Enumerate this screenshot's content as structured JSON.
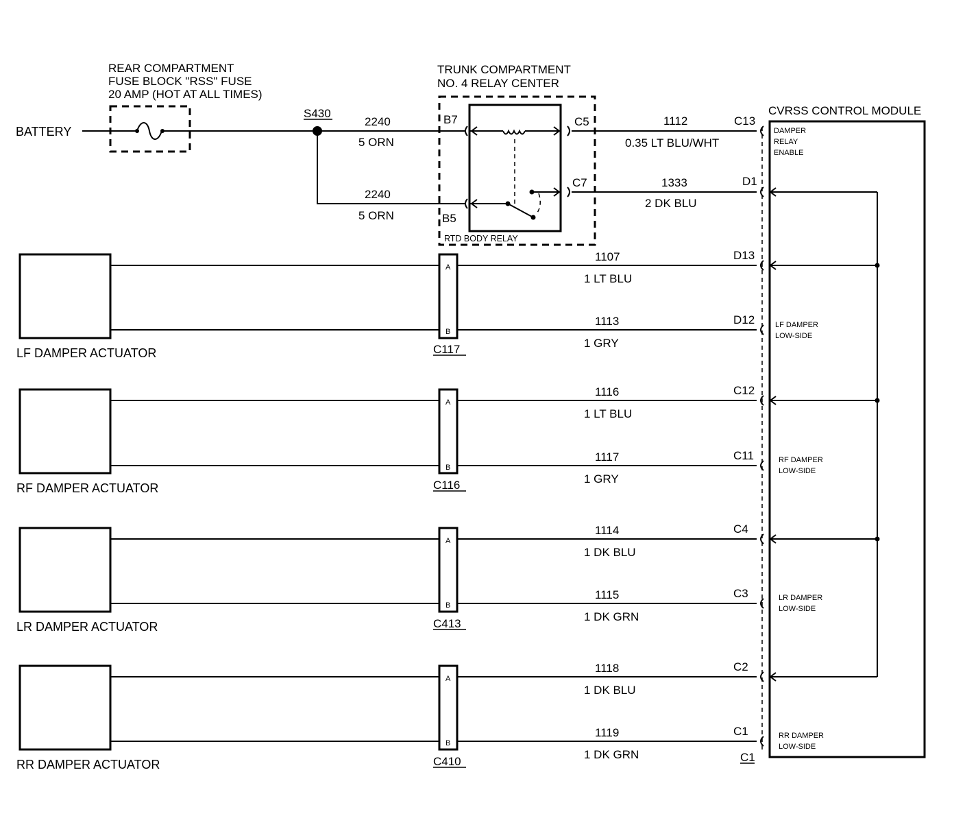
{
  "fuse_block": {
    "line1": "REAR COMPARTMENT",
    "line2": "FUSE BLOCK \"RSS\" FUSE",
    "line3": "20 AMP (HOT AT ALL TIMES)"
  },
  "battery_label": "BATTERY",
  "splice_label": "S430",
  "relay_center": {
    "line1": "TRUNK COMPARTMENT",
    "line2": "NO. 4 RELAY CENTER",
    "relay_name": "RTD BODY RELAY",
    "pins": {
      "b7": "B7",
      "b5": "B5",
      "c5": "C5",
      "c7": "C7"
    }
  },
  "module": {
    "title": "CVRSS CONTROL MODULE",
    "relay_enable": [
      "DAMPER",
      "RELAY",
      "ENABLE"
    ],
    "lf_low": [
      "LF DAMPER",
      "LOW-SIDE"
    ],
    "rf_low": [
      "RF DAMPER",
      "LOW-SIDE"
    ],
    "lr_low": [
      "LR DAMPER",
      "LOW-SIDE"
    ],
    "rr_low": [
      "RR DAMPER",
      "LOW-SIDE"
    ]
  },
  "wires": {
    "w_b7": {
      "circuit": "2240",
      "color": "5 ORN"
    },
    "w_b5": {
      "circuit": "2240",
      "color": "5 ORN"
    },
    "w_c5": {
      "circuit": "1112",
      "color": "0.35 LT BLU/WHT",
      "pin": "C13"
    },
    "w_c7": {
      "circuit": "1333",
      "color": "2 DK BLU",
      "pin": "D1"
    }
  },
  "actuators": [
    {
      "name": "LF DAMPER ACTUATOR",
      "connector": "C117",
      "a": {
        "circuit": "1107",
        "color": "1 LT BLU",
        "pin": "D13"
      },
      "b": {
        "circuit": "1113",
        "color": "1 GRY",
        "pin": "D12"
      }
    },
    {
      "name": "RF DAMPER ACTUATOR",
      "connector": "C116",
      "a": {
        "circuit": "1116",
        "color": "1 LT BLU",
        "pin": "C12"
      },
      "b": {
        "circuit": "1117",
        "color": "1 GRY",
        "pin": "C11"
      }
    },
    {
      "name": "LR DAMPER ACTUATOR",
      "connector": "C413",
      "a": {
        "circuit": "1114",
        "color": "1 DK BLU",
        "pin": "C4"
      },
      "b": {
        "circuit": "1115",
        "color": "1 DK GRN",
        "pin": "C3"
      }
    },
    {
      "name": "RR DAMPER ACTUATOR",
      "connector": "C410",
      "a": {
        "circuit": "1118",
        "color": "1 DK BLU",
        "pin": "C2"
      },
      "b": {
        "circuit": "1119",
        "color": "1 DK GRN",
        "pin": "C1"
      }
    }
  ],
  "connector_pin_a": "A",
  "connector_pin_b": "B",
  "module_connector_label": "C1"
}
